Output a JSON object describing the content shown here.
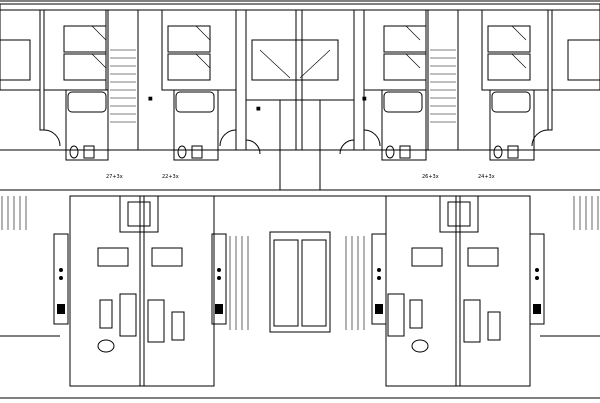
{
  "drawing": {
    "type": "floor-plan",
    "line_color": "#000000",
    "background": "#ffffff",
    "stair_labels": [
      "27+3x",
      "22+3x",
      "26+3x",
      "24+3x"
    ],
    "small_tags": [
      "■",
      "■",
      "■"
    ]
  }
}
